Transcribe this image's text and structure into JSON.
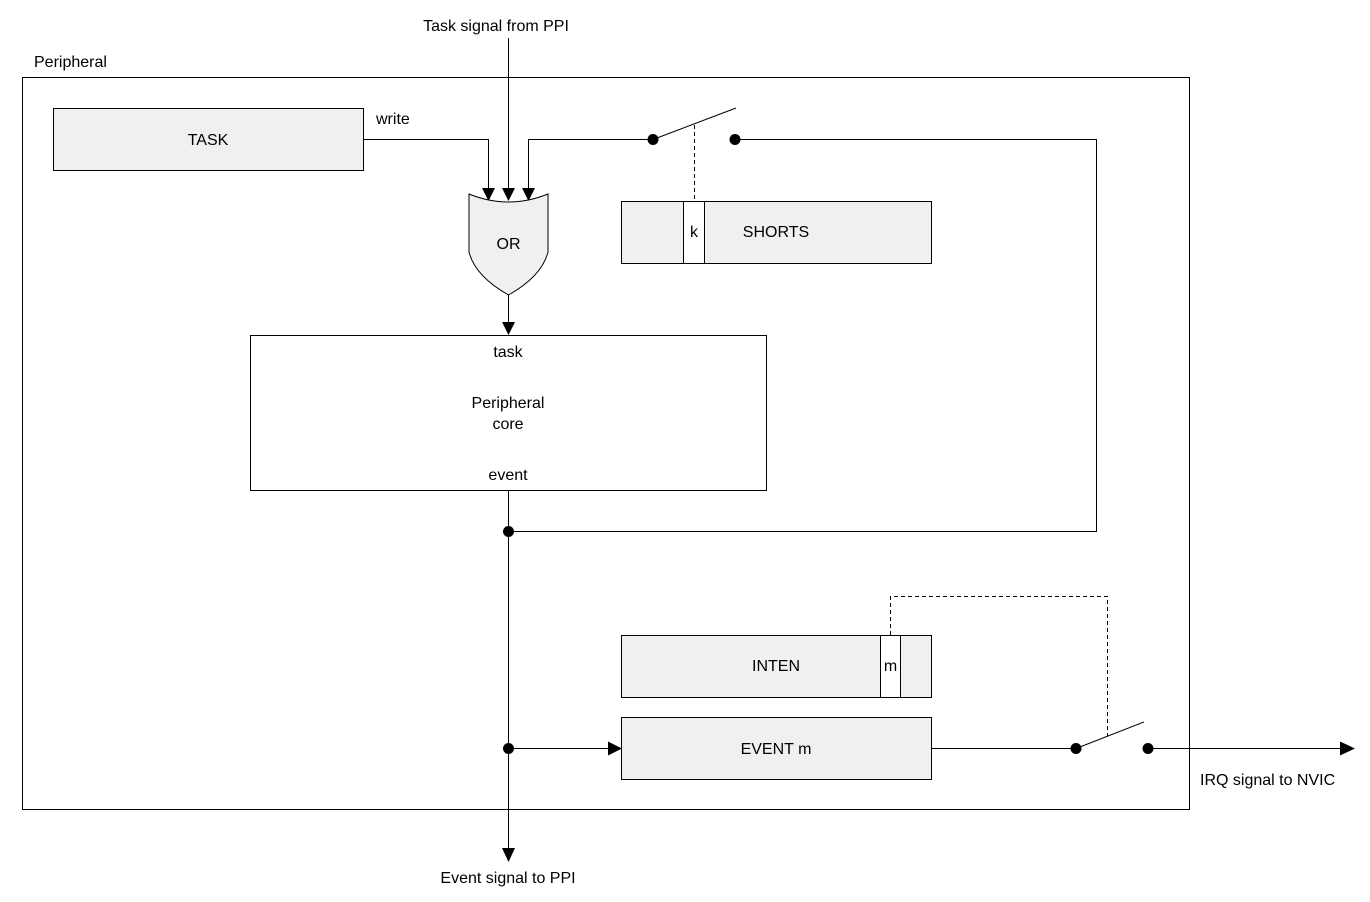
{
  "labels": {
    "task_signal_from_ppi": "Task signal from PPI",
    "peripheral": "Peripheral",
    "task": "TASK",
    "write": "write",
    "or": "OR",
    "shorts": "SHORTS",
    "shorts_bit": "k",
    "core_task": "task",
    "core_name_line1": "Peripheral",
    "core_name_line2": "core",
    "core_event": "event",
    "inten": "INTEN",
    "inten_bit": "m",
    "event": "EVENT m",
    "irq_signal": "IRQ signal to NVIC",
    "event_signal_to_ppi": "Event signal to PPI"
  },
  "colors": {
    "register_fill": "#f0f0f0",
    "line": "#000000",
    "background": "#ffffff"
  }
}
